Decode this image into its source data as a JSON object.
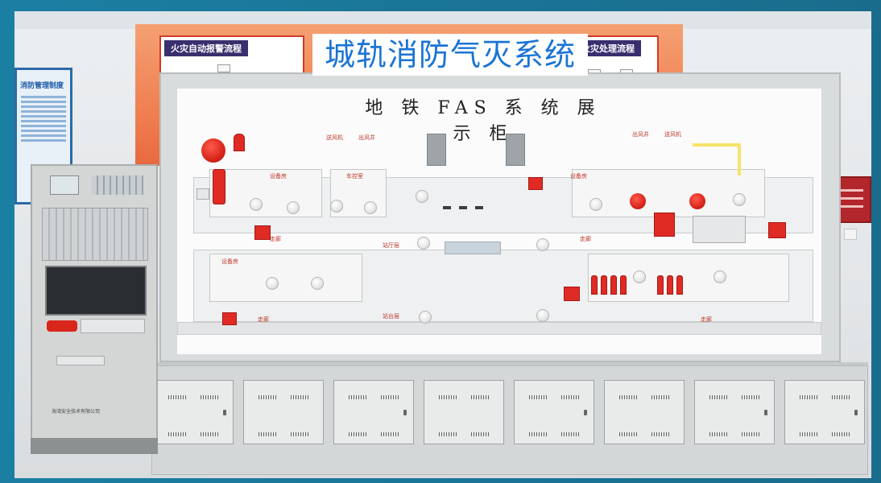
{
  "caption": "城轨消防气灭系统",
  "board_title": "地 铁 FAS 系 统 展 示 柜",
  "wall_flow_left_title": "火灾自动报警流程",
  "wall_flow_right_title": "火灾处理流程",
  "poster_title": "消防管理制度",
  "room_labels": {
    "equipment_room_1": "设备房",
    "control_room": "车控室",
    "equipment_room_2": "设备房",
    "equipment_room_3": "设备房",
    "corridor_1": "走廊",
    "hall": "站厅层",
    "corridor_2": "走廊",
    "corridor_3": "走廊",
    "platform": "站台层",
    "corridor_4": "走廊",
    "exhaust_1": "送风机",
    "exhaust_2": "出风井",
    "exhaust_3": "出风井",
    "exhaust_4": "送风机"
  },
  "cabinet_label": "海湾安全技术有限公司"
}
